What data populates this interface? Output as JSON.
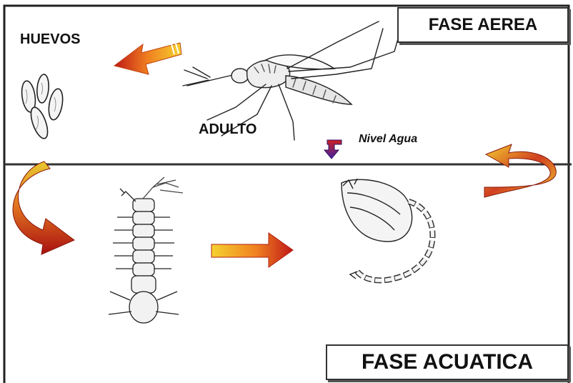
{
  "phases": {
    "air": "FASE AEREA",
    "water": "FASE ACUATICA"
  },
  "stages": {
    "eggs": "HUEVOS",
    "adult": "ADULTO"
  },
  "water_level": "Nivel Agua",
  "colors": {
    "arrow_start": "#f5d230",
    "arrow_end": "#b01010",
    "water_arrow_top": "#d02020",
    "water_arrow_bottom": "#4020a0"
  }
}
